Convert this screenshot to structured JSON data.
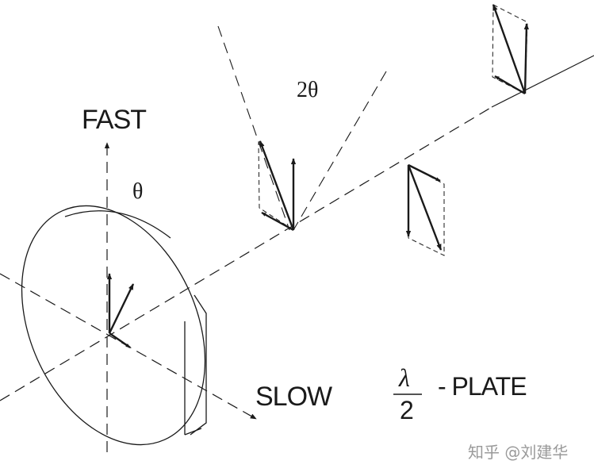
{
  "labels": {
    "fast_axis": "FAST",
    "slow_axis": "SLOW",
    "theta": "θ",
    "two_theta": "2θ",
    "plate_numerator": "λ",
    "plate_denominator": "2",
    "plate_suffix": "- PLATE"
  },
  "watermark": "知乎 @刘建华",
  "colors": {
    "ink": "#1a1a1a",
    "watermark": "#9a9a9a"
  }
}
